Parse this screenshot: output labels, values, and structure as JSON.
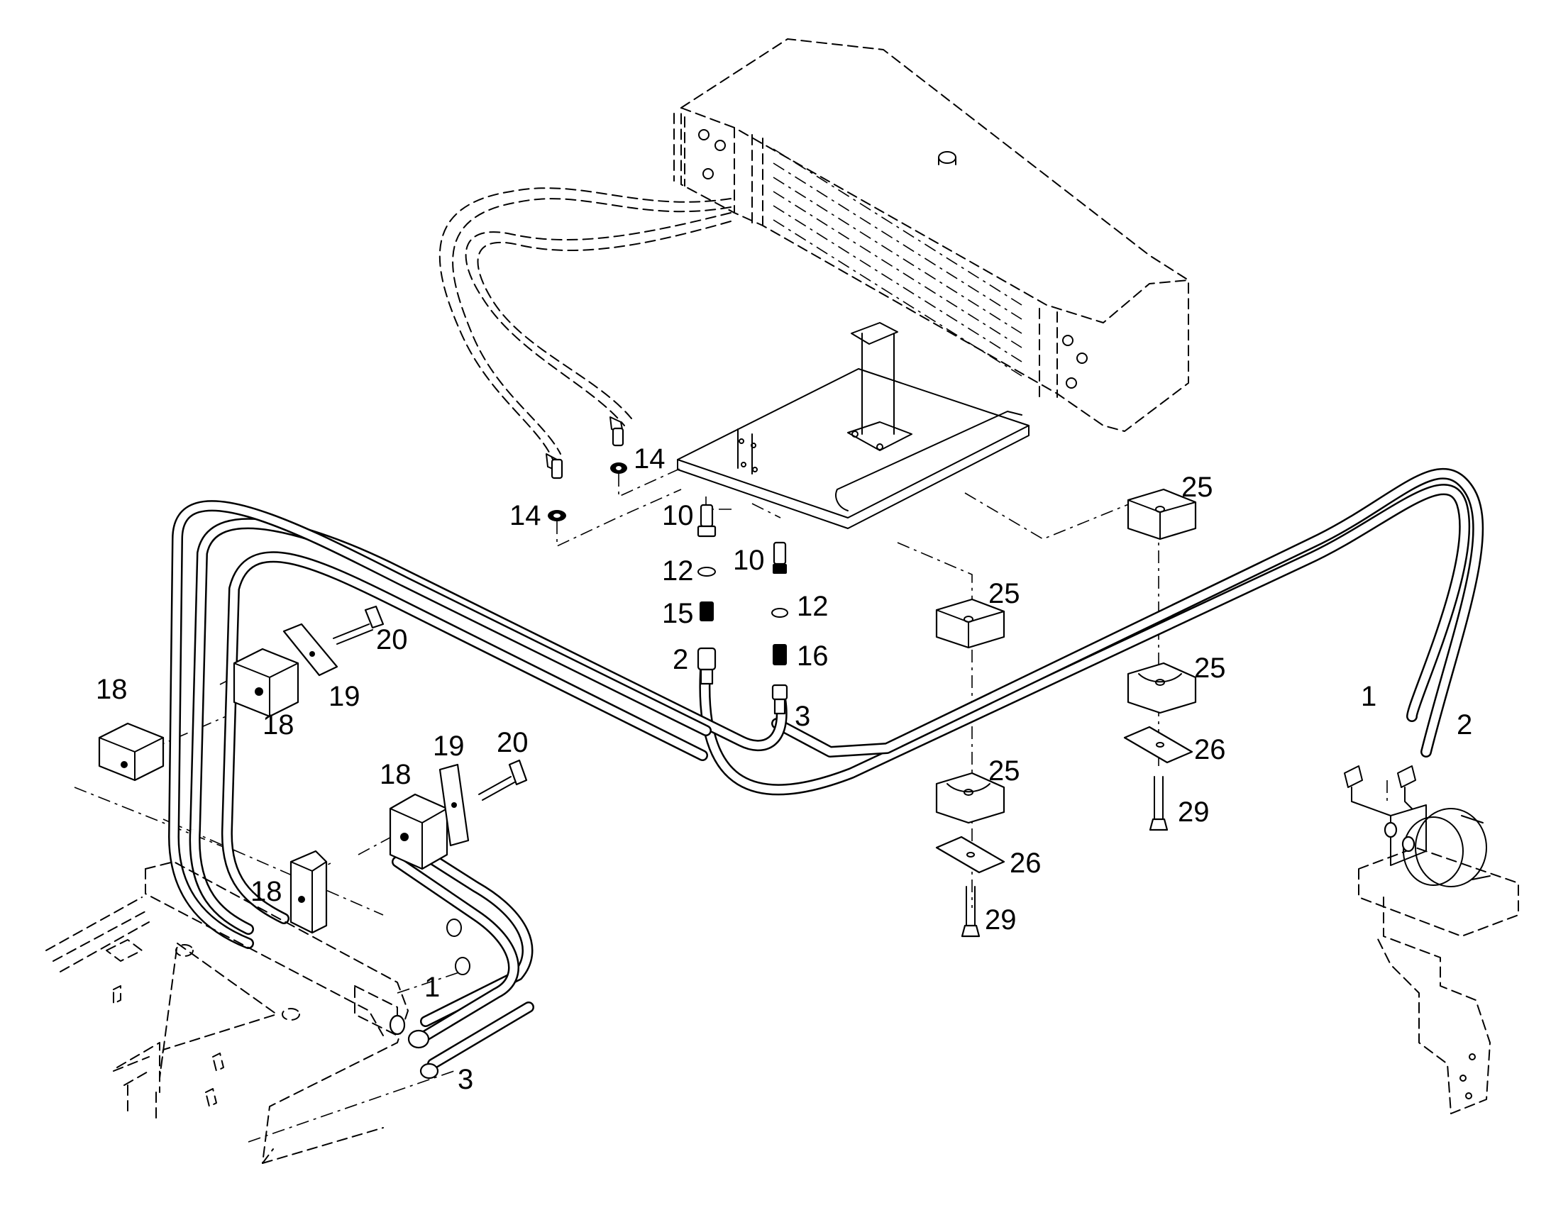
{
  "diagram": {
    "colors": {
      "line": "#000000",
      "background": "#ffffff"
    },
    "callouts": [
      {
        "id": "c14a",
        "text": "14"
      },
      {
        "id": "c14b",
        "text": "14"
      },
      {
        "id": "c10a",
        "text": "10"
      },
      {
        "id": "c10b",
        "text": "10"
      },
      {
        "id": "c12a",
        "text": "12"
      },
      {
        "id": "c12b",
        "text": "12"
      },
      {
        "id": "c15",
        "text": "15"
      },
      {
        "id": "c16",
        "text": "16"
      },
      {
        "id": "c2a",
        "text": "2"
      },
      {
        "id": "c3a",
        "text": "3"
      },
      {
        "id": "c20a",
        "text": "20"
      },
      {
        "id": "c19a",
        "text": "19"
      },
      {
        "id": "c18a",
        "text": "18"
      },
      {
        "id": "c18b",
        "text": "18"
      },
      {
        "id": "c18c",
        "text": "18"
      },
      {
        "id": "c19b",
        "text": "19"
      },
      {
        "id": "c20b",
        "text": "20"
      },
      {
        "id": "c18d",
        "text": "18"
      },
      {
        "id": "c1a",
        "text": "1"
      },
      {
        "id": "c3b",
        "text": "3"
      },
      {
        "id": "c25a",
        "text": "25"
      },
      {
        "id": "c25b",
        "text": "25"
      },
      {
        "id": "c25c",
        "text": "25"
      },
      {
        "id": "c25d",
        "text": "25"
      },
      {
        "id": "c26a",
        "text": "26"
      },
      {
        "id": "c26b",
        "text": "26"
      },
      {
        "id": "c29a",
        "text": "29"
      },
      {
        "id": "c29b",
        "text": "29"
      },
      {
        "id": "c1b",
        "text": "1"
      },
      {
        "id": "c2b",
        "text": "2"
      }
    ]
  }
}
